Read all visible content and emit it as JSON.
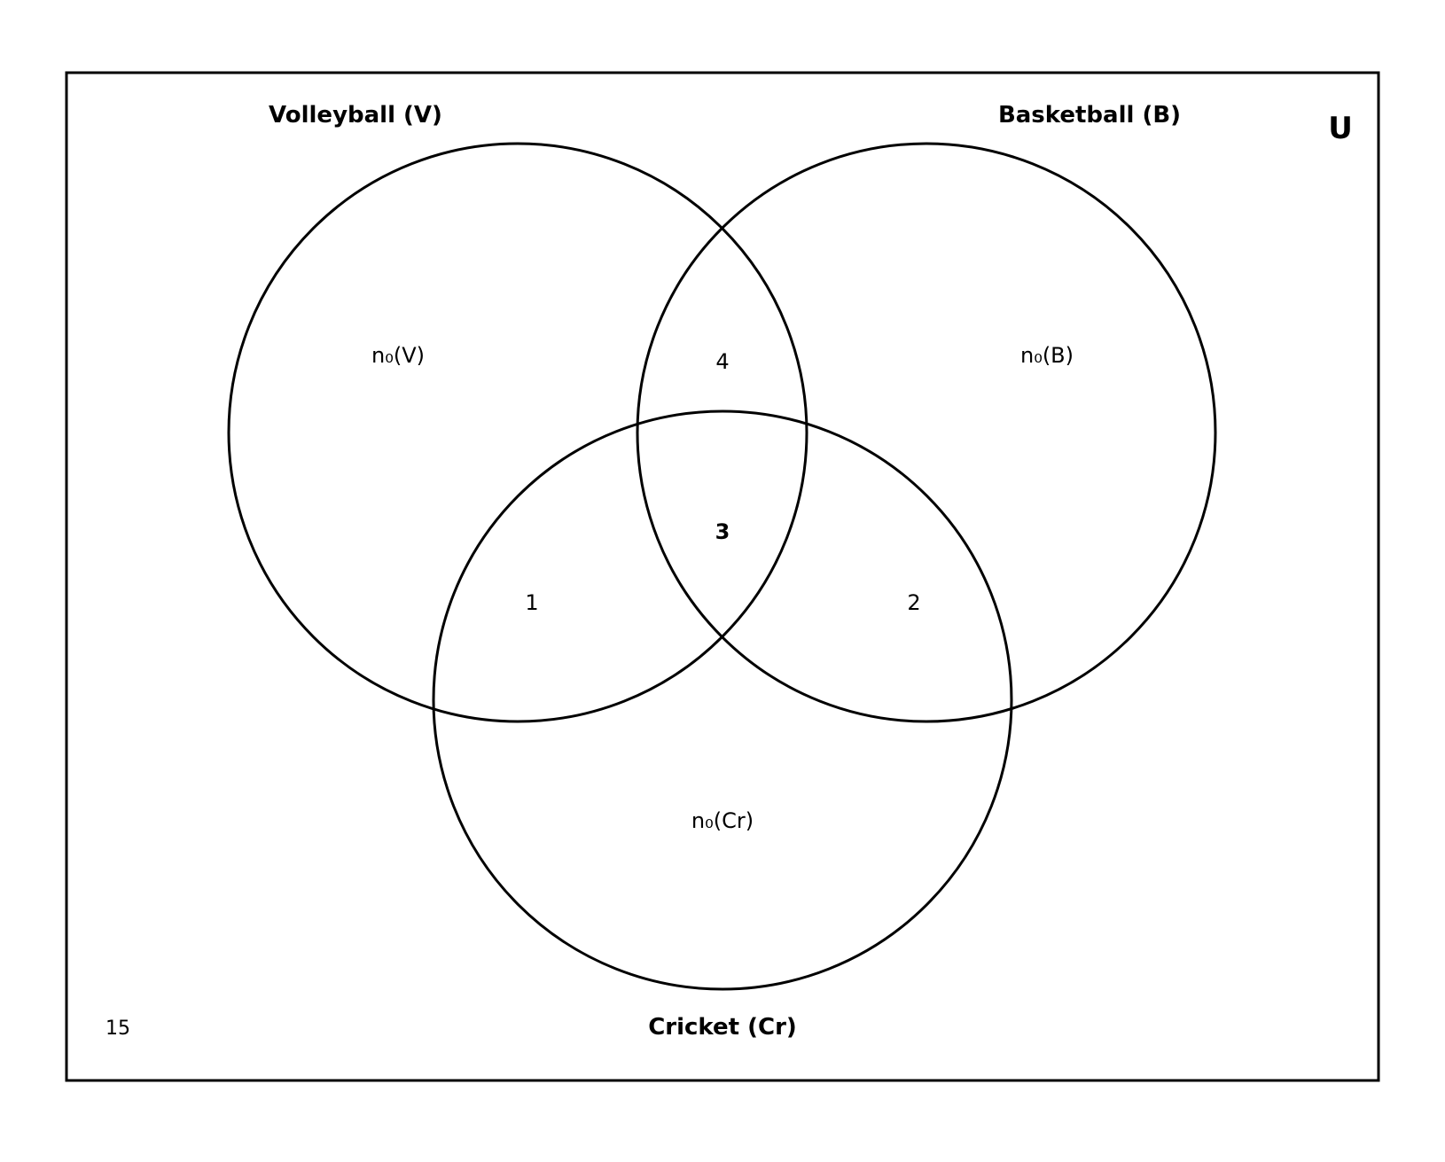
{
  "universe": {
    "label": "U",
    "outside_count": "15"
  },
  "sets": {
    "volleyball": {
      "title": "Volleyball (V)"
    },
    "basketball": {
      "title": "Basketball (B)"
    },
    "cricket": {
      "title": "Cricket (Cr)"
    }
  },
  "regions": {
    "only_v": "n₀(V)",
    "only_b": "n₀(B)",
    "only_cr": "n₀(Cr)",
    "v_and_b_only": "4",
    "v_and_cr_only": "1",
    "b_and_cr_only": "2",
    "all_three": "3"
  },
  "colors": {
    "stroke": "#000000",
    "background": "#ffffff"
  }
}
